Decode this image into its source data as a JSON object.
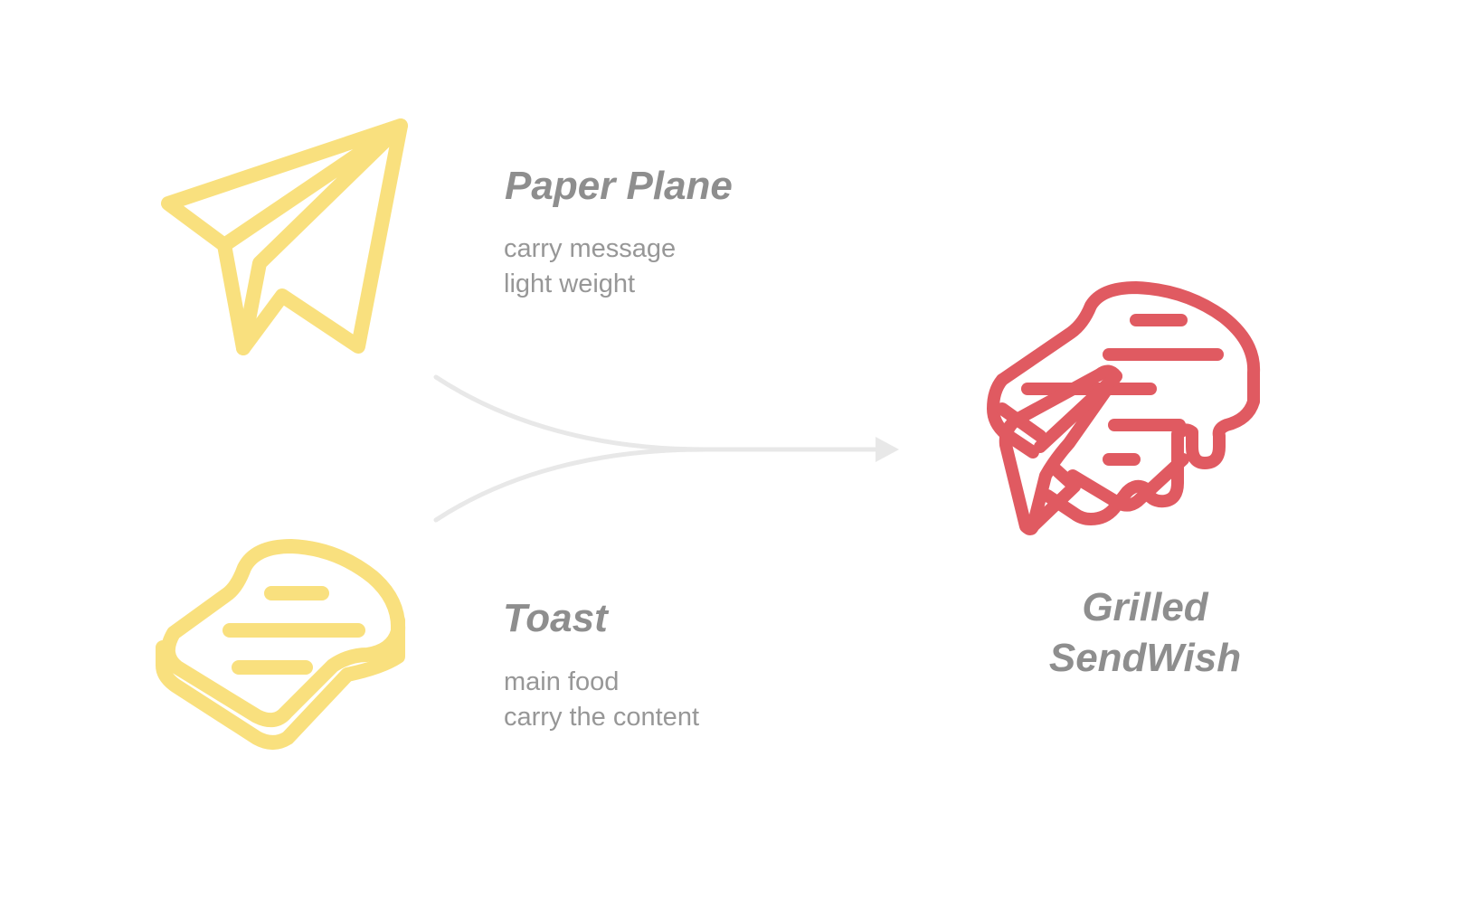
{
  "inputs": [
    {
      "title": "Paper Plane",
      "lines": [
        "carry message",
        "light weight"
      ],
      "icon": "paper-plane-icon"
    },
    {
      "title": "Toast",
      "lines": [
        "main food",
        "carry the content"
      ],
      "icon": "toast-icon"
    }
  ],
  "result": {
    "title_lines": [
      "Grilled",
      "SendWish"
    ],
    "icon": "grilled-sendwish-icon"
  },
  "colors": {
    "input_icon": "#f9e07e",
    "result_icon": "#e05a61",
    "arrow": "#e8e8e8",
    "title_text": "#8e8e8e",
    "body_text": "#979797"
  }
}
